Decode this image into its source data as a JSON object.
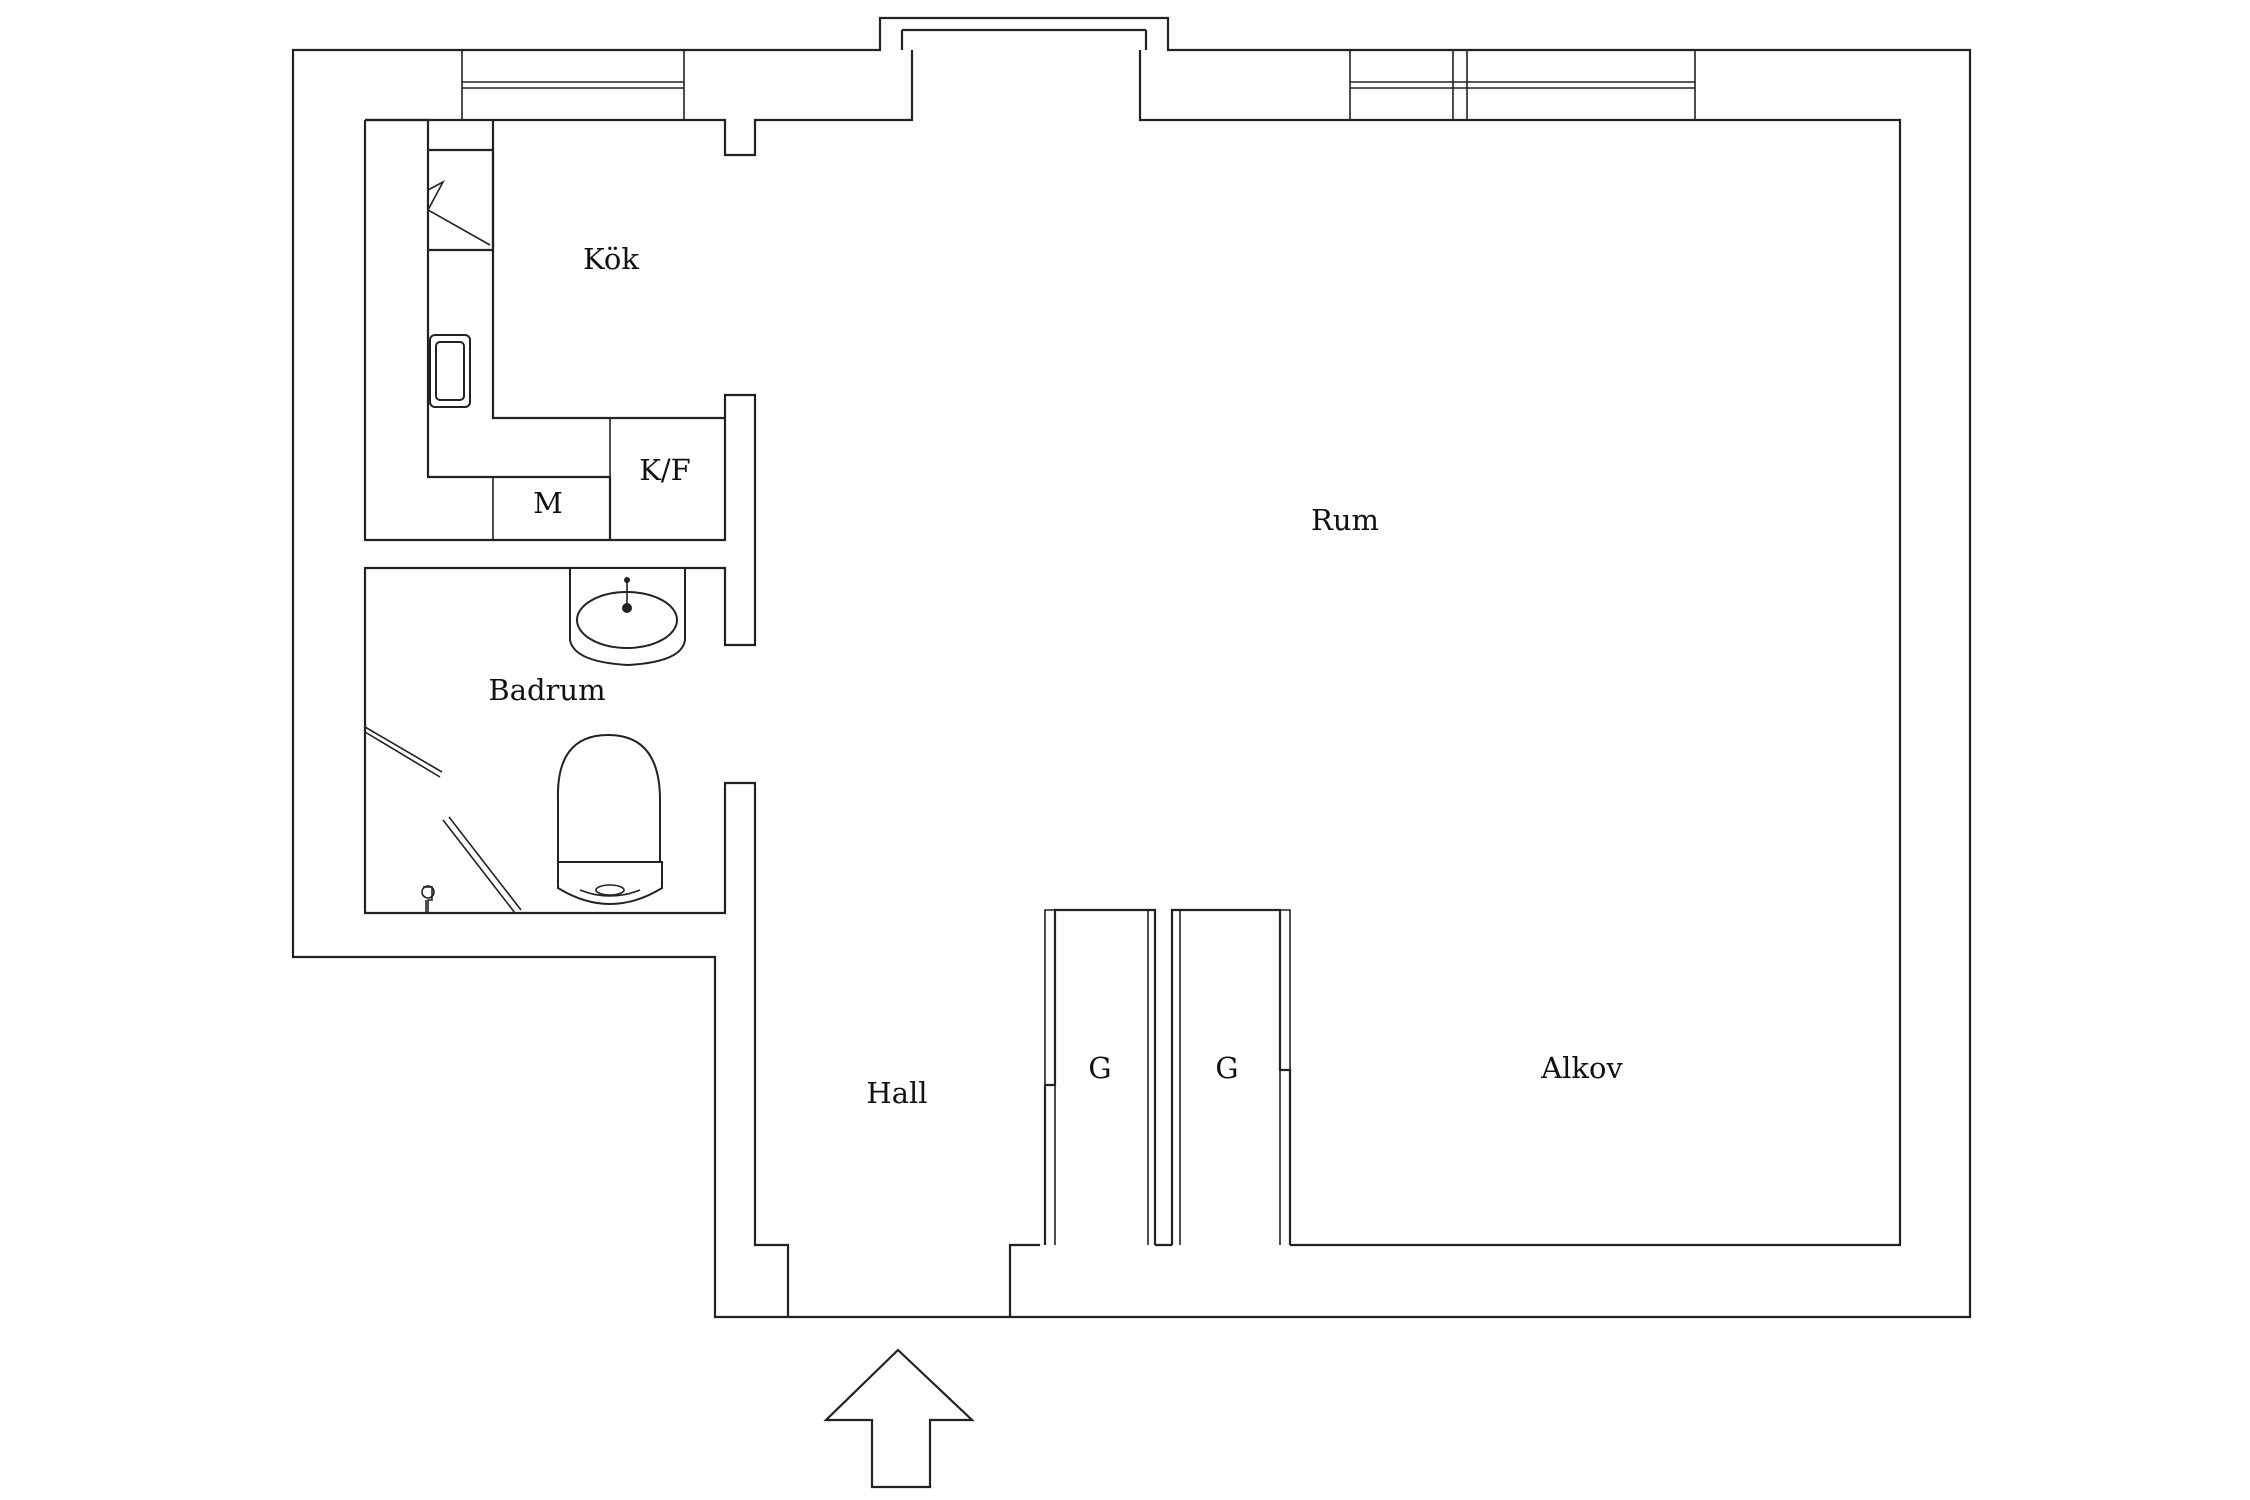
{
  "floorplan": {
    "rooms": [
      {
        "id": "kok",
        "label": "Kök"
      },
      {
        "id": "kf",
        "label": "K/F"
      },
      {
        "id": "m",
        "label": "M"
      },
      {
        "id": "rum",
        "label": "Rum"
      },
      {
        "id": "badrum",
        "label": "Badrum"
      },
      {
        "id": "hall",
        "label": "Hall"
      },
      {
        "id": "g1",
        "label": "G"
      },
      {
        "id": "g2",
        "label": "G"
      },
      {
        "id": "alkov",
        "label": "Alkov"
      }
    ],
    "entrance_icon": "up-arrow-icon",
    "colors": {
      "line": "#222222",
      "background": "#ffffff"
    }
  }
}
